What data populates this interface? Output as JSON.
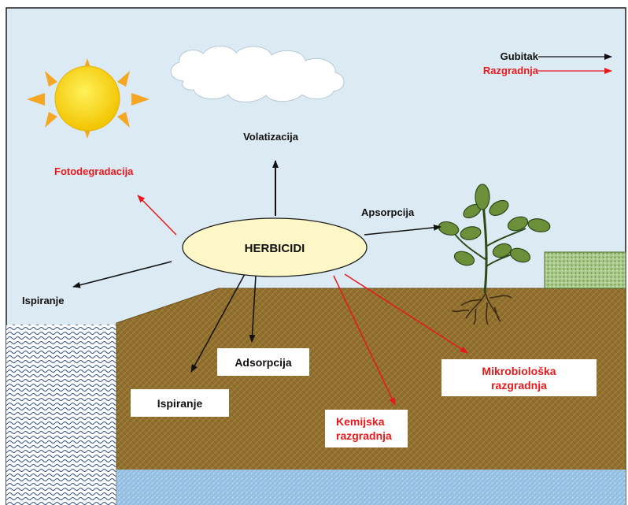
{
  "legend": {
    "loss_label": "Gubitak",
    "degradation_label": "Razgradnja",
    "loss_color": "#111111",
    "degradation_color": "#e8191c"
  },
  "center": {
    "label": "HERBICIDI"
  },
  "processes": {
    "volatilization": "Volatizacija",
    "photodegradation": "Fotodegradacija",
    "absorption": "Apsorpcija",
    "leaching_surface": "Ispiranje",
    "adsorption": "Adsorpcija",
    "leaching_soil": "Ispiranje",
    "chemical_line1": "Kemijska",
    "chemical_line2": "razgradnja",
    "microbial_line1": "Mikrobiološka",
    "microbial_line2": "razgradnja"
  },
  "icons": {
    "sun": "sun-icon",
    "cloud": "cloud-icon",
    "plant": "plant-icon"
  },
  "colors": {
    "sky": "#dbeaf3",
    "soil": "#8f6e2e",
    "water": "#9fc6e6",
    "ellipse": "#fdf7c7",
    "red": "#e8191c"
  }
}
